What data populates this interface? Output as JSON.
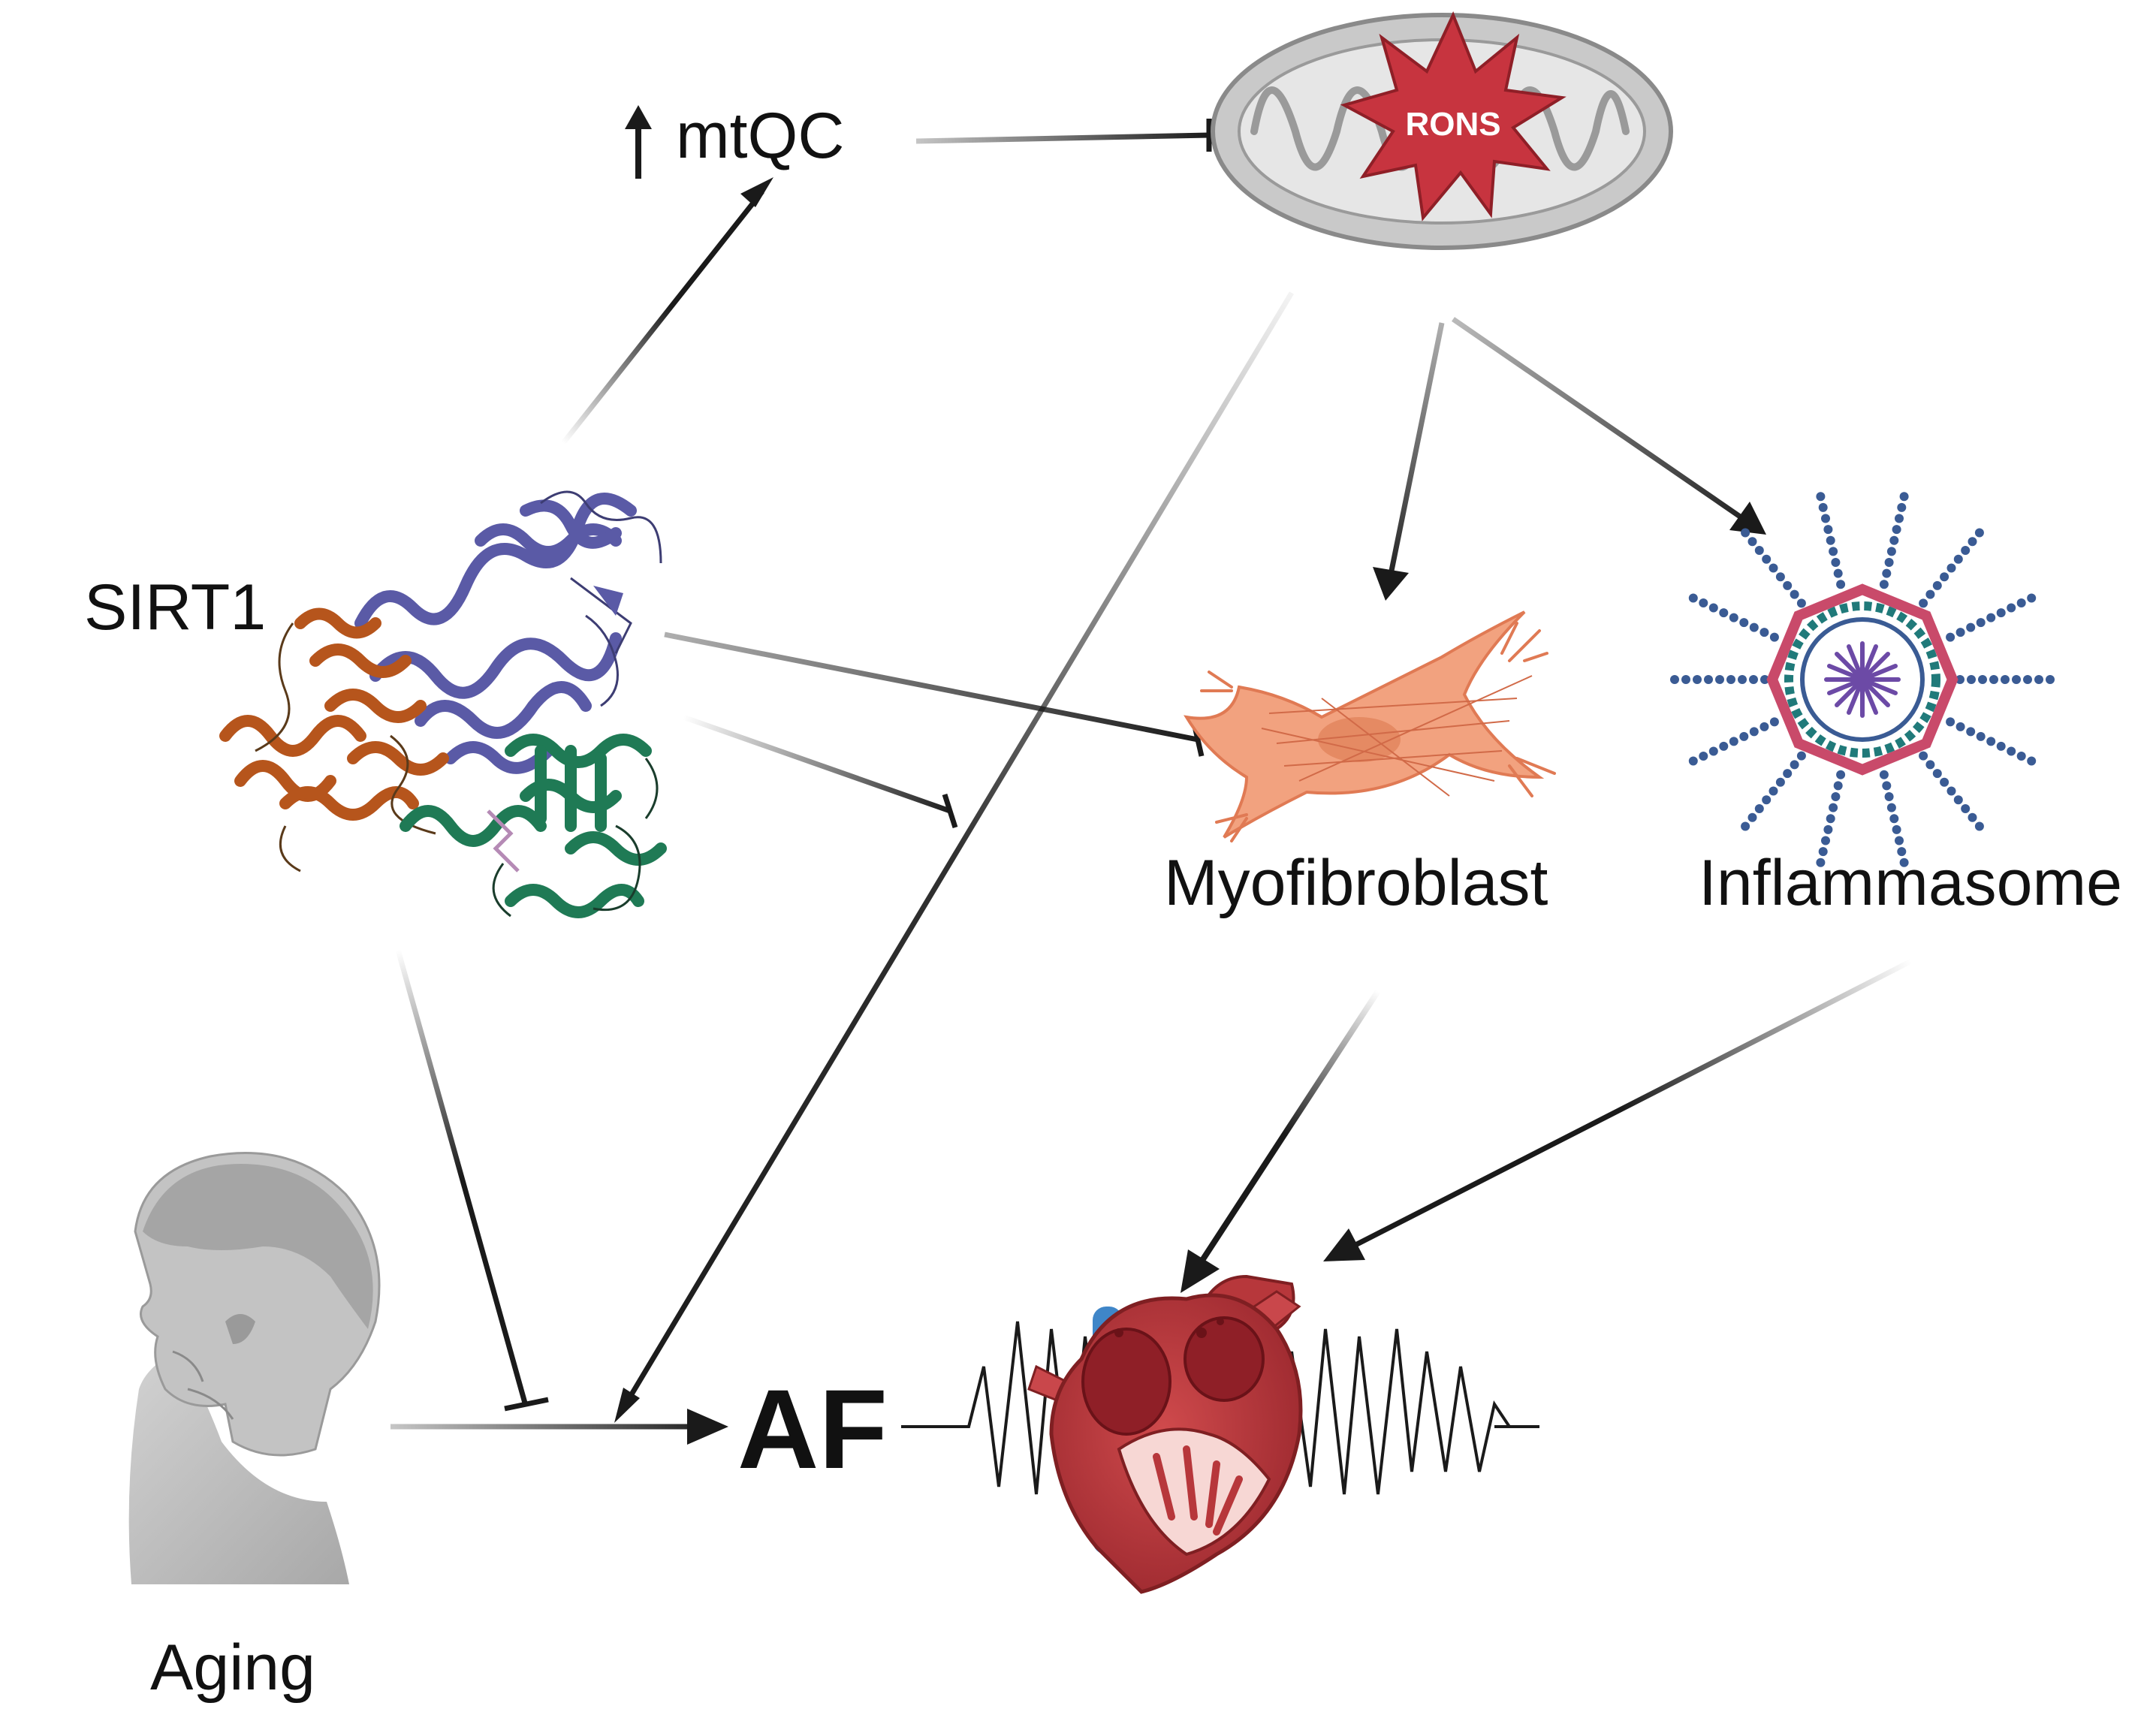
{
  "labels": {
    "mtqc": "mtQC",
    "rons": "RONS",
    "sirt1": "SIRT1",
    "myofibroblast": "Myofibroblast",
    "inflammasome": "Inflammasome",
    "af": "AF",
    "aging": "Aging"
  },
  "colors": {
    "arrow": "#1a1a1a",
    "mitochondrion": "#c9c9c9",
    "rons_star": "#c7343f",
    "myofibroblast": "#f2a27f",
    "inflammasome_spoke": "#3a5b94",
    "inflammasome_ring": "#c94a6a",
    "inflammasome_core": "#207a7a",
    "protein_a": "#5a5aa6",
    "protein_b": "#b6551c",
    "protein_c": "#1f7a55",
    "heart": "#b7373b",
    "vessel": "#3f86c8",
    "person": "#b8b8b8"
  },
  "icons": [
    "up-arrow-icon",
    "mitochondrion-icon",
    "rons-star-icon",
    "sirt1-protein-icon",
    "myofibroblast-icon",
    "inflammasome-icon",
    "heart-icon",
    "ecg-trace-icon",
    "aging-person-icon"
  ]
}
